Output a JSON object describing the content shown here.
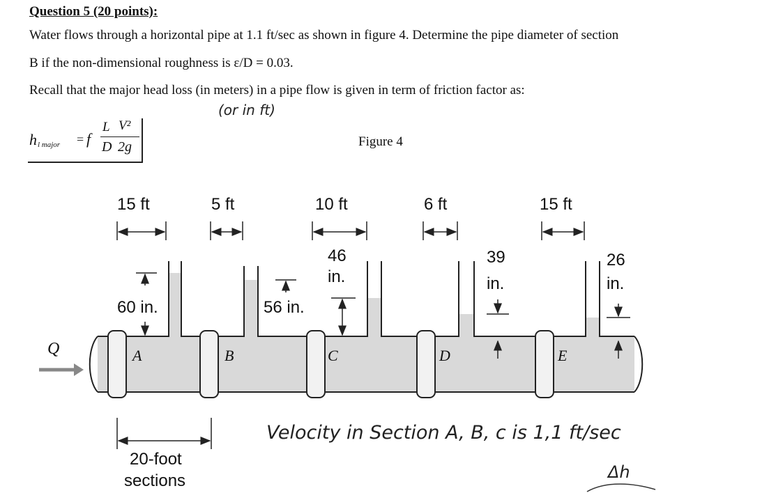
{
  "question": {
    "title": "Question 5 (20 points):",
    "line1": "Water flows through a horizontal pipe at 1.1 ft/sec as shown in figure 4. Determine the pipe diameter of section",
    "line2": "B if the non-dimensional roughness is ε/D = 0.03.",
    "line3": "Recall that the major head loss (in meters) in a pipe flow is given in term of friction factor as:"
  },
  "annotation_units": "(or in ft)",
  "formula": {
    "h": "h",
    "sub": "l major",
    "equals": "=",
    "f": "f",
    "L": "L",
    "V2": "V²",
    "D": "D",
    "twog": "2g"
  },
  "figure": {
    "caption": "Figure 4",
    "flow_label": "Q",
    "dims_top": [
      "15 ft",
      "5 ft",
      "10 ft",
      "6 ft",
      "15 ft"
    ],
    "heights": {
      "h1": "60 in.",
      "h2": "56 in.",
      "h3_top": "46",
      "h3_bot": "in.",
      "h4_top": "39",
      "h4_bot": "in.",
      "h5_top": "26",
      "h5_bot": "in."
    },
    "sections": [
      "A",
      "B",
      "C",
      "D",
      "E"
    ],
    "section_length_line1": "20-foot",
    "section_length_line2": "sections"
  },
  "handwriting": {
    "velocity_note": "Velocity in Section A, B, c is 1,1 ft/sec",
    "delta_h": "Δh"
  }
}
